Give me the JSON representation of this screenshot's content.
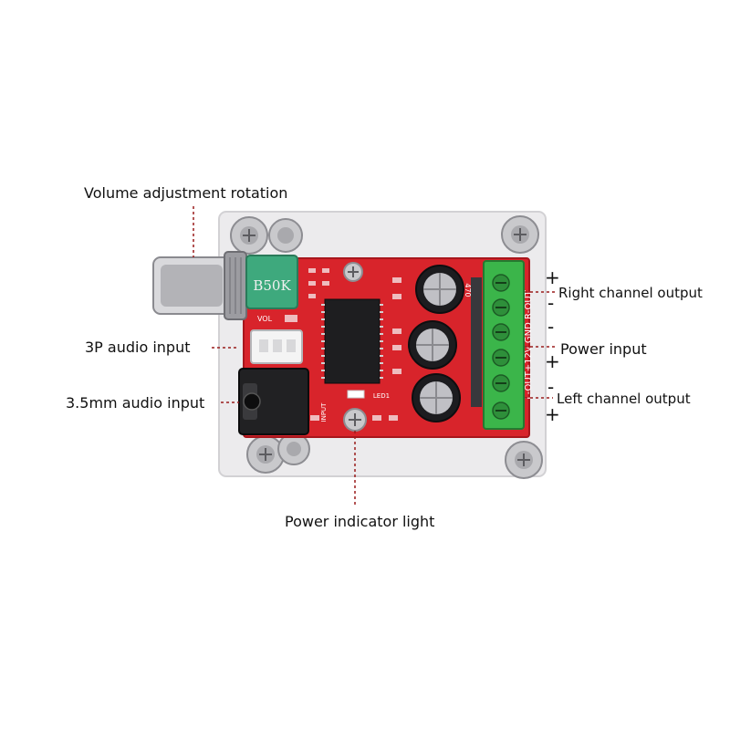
{
  "labels": {
    "volume": "Volume adjustment rotation",
    "input3p": "3P audio input",
    "input35": "3.5mm audio input",
    "power_led": "Power indicator light",
    "right_out": "Right channel output",
    "power_in": "Power input",
    "left_out": "Left channel output"
  },
  "signs": {
    "right_plus": "+",
    "right_minus": "-",
    "power_minus": "-",
    "power_plus": "+",
    "left_minus": "-",
    "left_plus": "+"
  },
  "board": {
    "pot_marking": "B50K",
    "vol_text": "VOL",
    "led_text": "LED1",
    "input_text": "INPUT",
    "terminal_text": "L-OUT+12V GND R-OUT",
    "cap_text": "470"
  },
  "colors": {
    "pcb": "#d8242b",
    "terminal": "#3bb54a",
    "leader": "#9a1c1c",
    "acrylic": "#ecebed"
  }
}
